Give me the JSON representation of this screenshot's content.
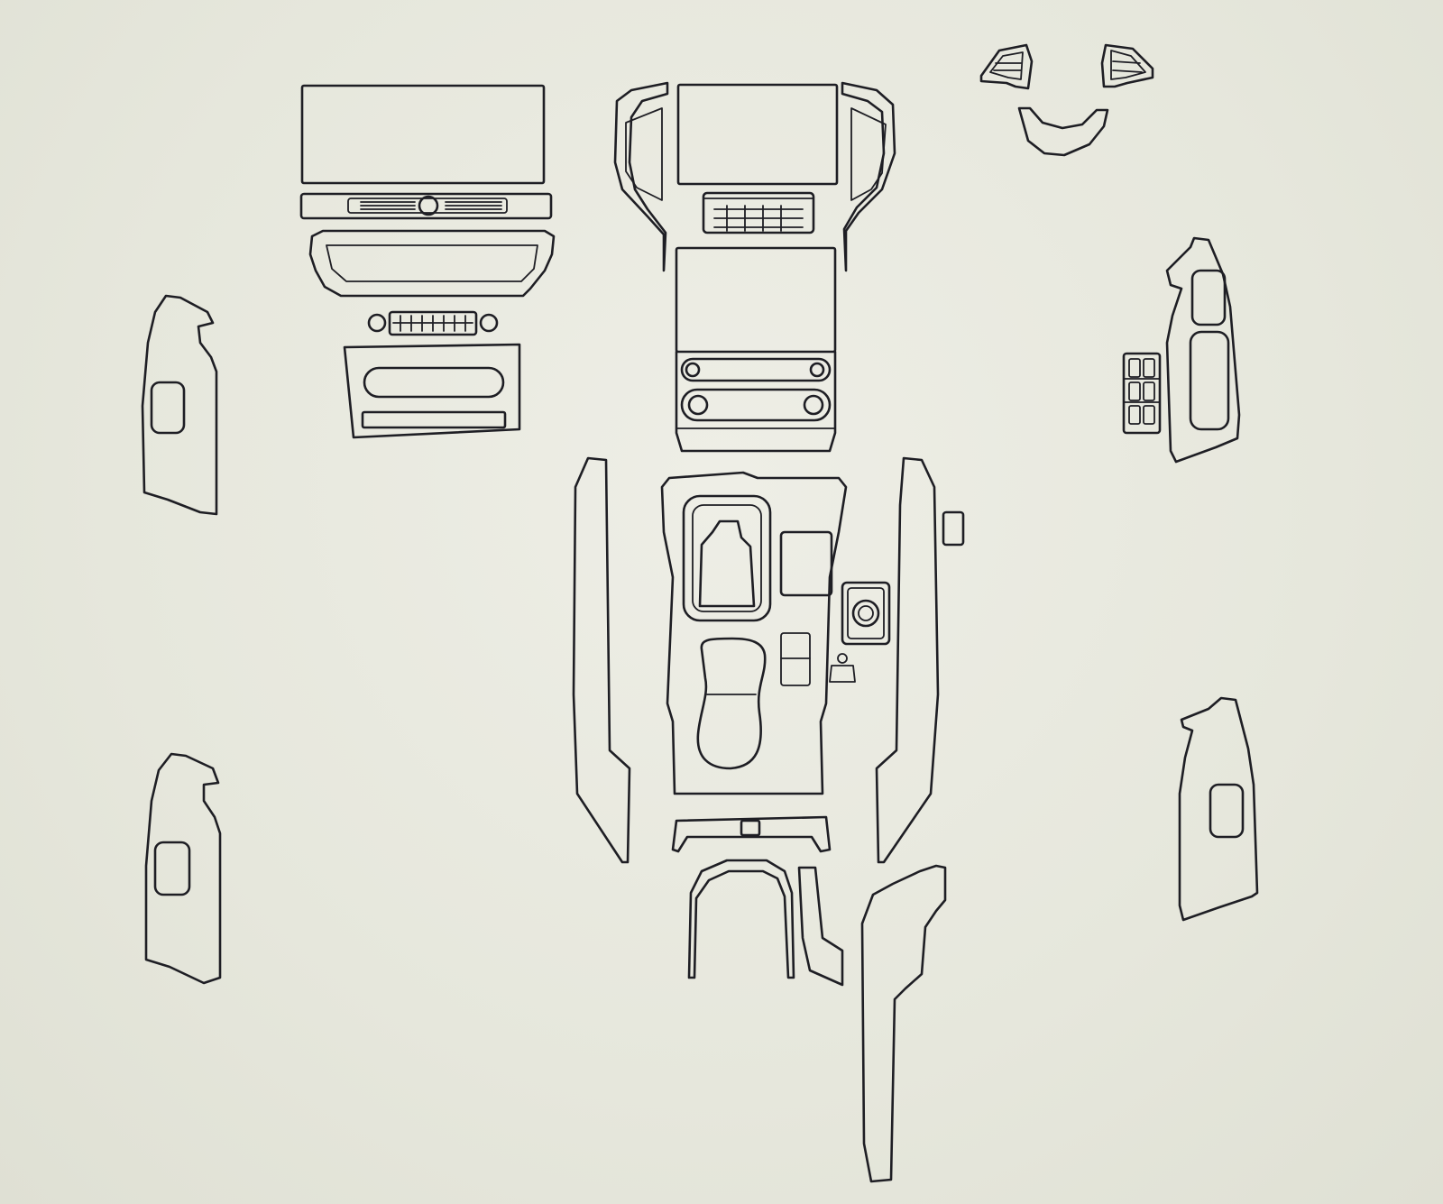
{
  "diagram": {
    "kind": "interior trim film cut pattern",
    "colors": {
      "background": "#e8e8de",
      "outline": "#1e1e24"
    },
    "parts": [
      {
        "name": "navigation-screen-panel"
      },
      {
        "name": "dashboard-vent-strip"
      },
      {
        "name": "dashboard-trim-panel"
      },
      {
        "name": "climate-control-panel"
      },
      {
        "name": "center-stack-frame"
      },
      {
        "name": "center-console-panel"
      },
      {
        "name": "steering-wheel-buttons"
      },
      {
        "name": "door-panel-trim"
      },
      {
        "name": "window-switch-panel"
      }
    ]
  }
}
